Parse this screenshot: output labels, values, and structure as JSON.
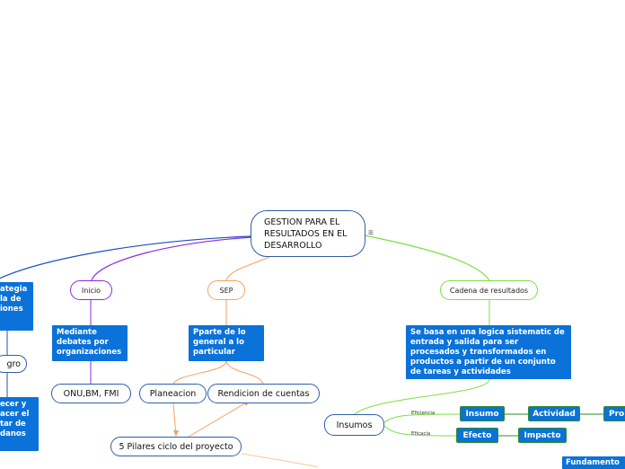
{
  "root": {
    "title": "GESTION PARA EL RESULTADOS EN EL DESARROLLO",
    "menu_icon": "≡"
  },
  "branches": {
    "inicio": "Inicio",
    "sep": "SEP",
    "cadena": "Cadena de resultados"
  },
  "notes": {
    "mediante": "Mediante debates por organizaciones",
    "pparte": "Pparte de lo general a lo particular",
    "sebasa": "Se basa en una logica sistematic de entrada y salida para ser procesados y transformados en productos a partir de un conjunto de tareas y actividades",
    "left1": "ategia la de iones",
    "left2": "ecer y acer el tar de danos",
    "fundamento": "Fundamento"
  },
  "topics": {
    "onu": "ONU,BM, FMI",
    "planeacion": "Planeacion",
    "rendicion": "Rendicion de cuentas",
    "pilares": "5 Pilares ciclo del proyecto",
    "insumos": "Insumos",
    "logro": "gro"
  },
  "chain": {
    "insumo": "Insumo",
    "actividad": "Actividad",
    "pro": "Pro",
    "efecto": "Efecto",
    "impacto": "Impacto",
    "eficiencia": "Eficiencia",
    "eficacia": "Eficacia"
  },
  "colors": {
    "blue_topic": "#0a72d8",
    "root_border": "#2f5fa8",
    "inicio_line": "#8a2be2",
    "sep_line": "#f4a261",
    "cadena_line": "#7cdf40",
    "left_line": "#1f4fc0"
  }
}
